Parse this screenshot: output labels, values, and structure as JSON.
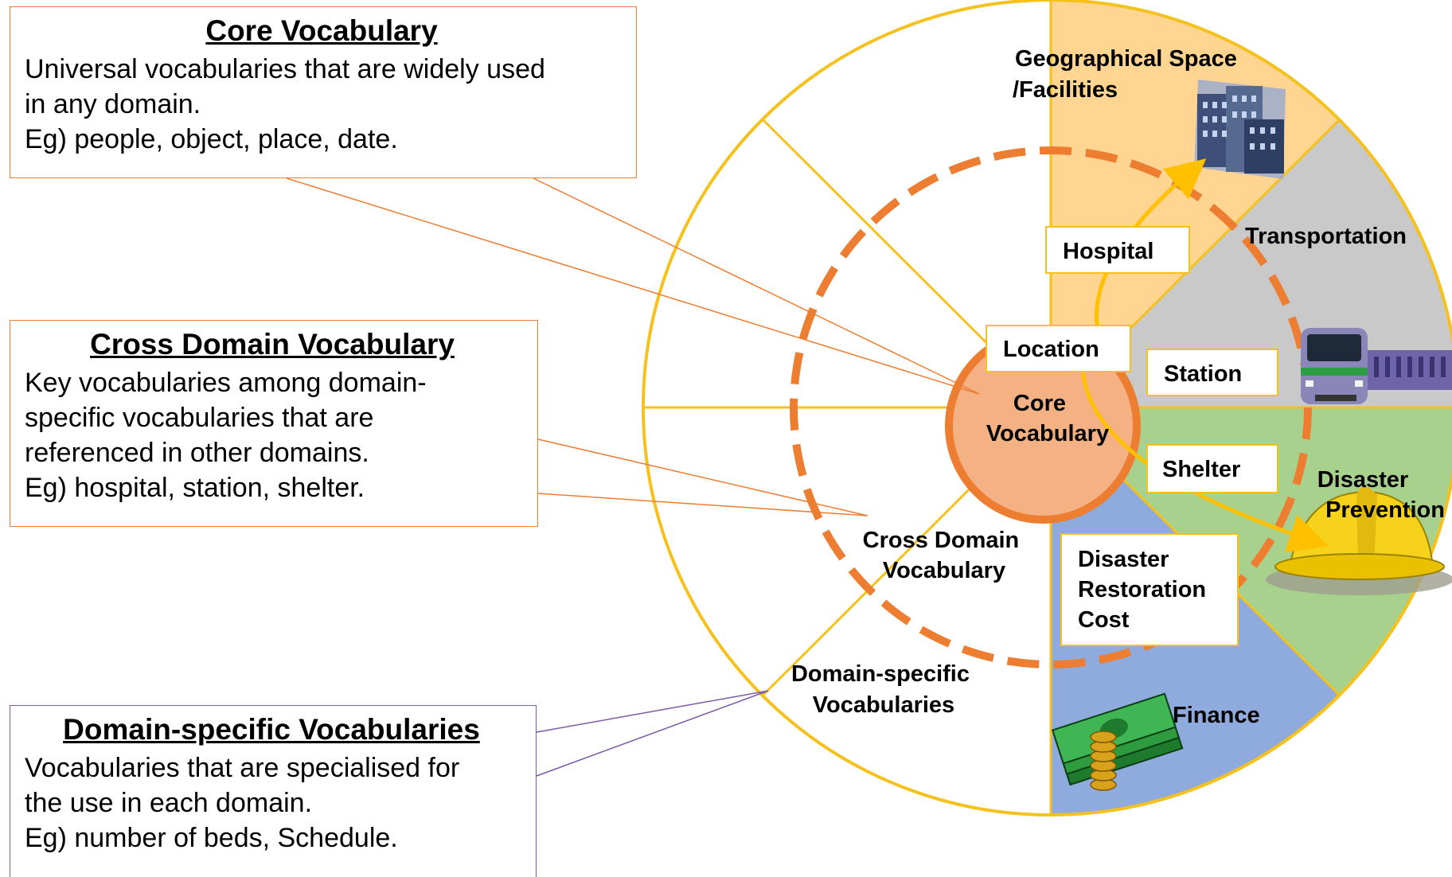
{
  "callouts": {
    "core": {
      "heading": "Core Vocabulary",
      "lines": [
        "Universal vocabularies that are widely used",
        "in any domain.",
        "Eg) people, object, place, date."
      ]
    },
    "cross": {
      "heading": "Cross Domain Vocabulary",
      "lines": [
        "Key vocabularies among domain-",
        "specific vocabularies that are",
        "referenced in other domains.",
        "Eg) hospital, station, shelter."
      ]
    },
    "domain": {
      "heading": "Domain-specific Vocabularies",
      "lines": [
        "Vocabularies that are specialised for",
        "the use in each domain.",
        "Eg) number of beds, Schedule."
      ]
    }
  },
  "wheel": {
    "center_label": [
      "Core",
      "Vocabulary"
    ],
    "ring_label": [
      "Cross Domain",
      "Vocabulary"
    ],
    "outer_label": [
      "Domain-specific",
      "Vocabularies"
    ]
  },
  "domains": {
    "geo": [
      "Geographical Space",
      "/Facilities"
    ],
    "transport": "Transportation",
    "disaster": [
      "Disaster",
      "Prevention"
    ],
    "finance": "Finance"
  },
  "terms": {
    "hospital": "Hospital",
    "location": "Location",
    "station": "Station",
    "shelter": "Shelter",
    "restoration": [
      "Disaster",
      "Restoration",
      "Cost"
    ]
  },
  "icons": [
    "building-icon",
    "train-icon",
    "hard-hat-icon",
    "money-icon"
  ],
  "colors": {
    "ring_line": "#F5C11C",
    "core_fill": "#F4B183",
    "core_border": "#ED7D31",
    "geo_fill": "#FFD591",
    "transport_fill": "#C9C9C9",
    "disaster_fill": "#A9D18E",
    "finance_fill": "#8FAADC",
    "dashed": "#ED7D31",
    "arrow": "#FFC000",
    "domain_callout_border": "#7B5BA8"
  }
}
